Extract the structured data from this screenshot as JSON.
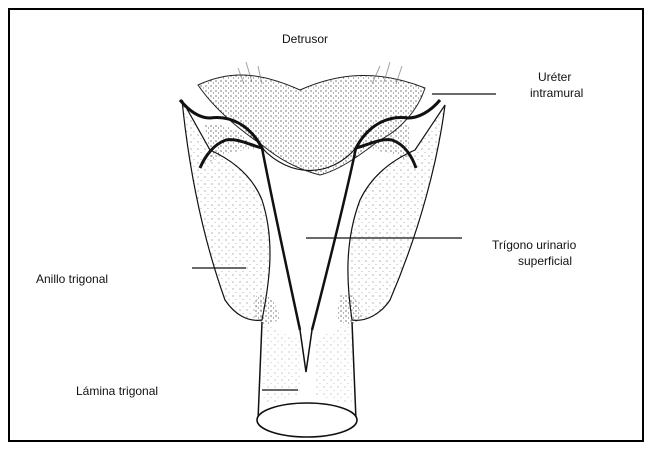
{
  "labels": {
    "detrusor": "Detrusor",
    "ureter_line1": "Uréter",
    "ureter_line2": "intramural",
    "trigono_line1": "Trígono urinario",
    "trigono_line2": "superficial",
    "anillo": "Anillo trigonal",
    "lamina": "Lámina trigonal"
  },
  "colors": {
    "ink": "#111111",
    "background": "#ffffff"
  }
}
